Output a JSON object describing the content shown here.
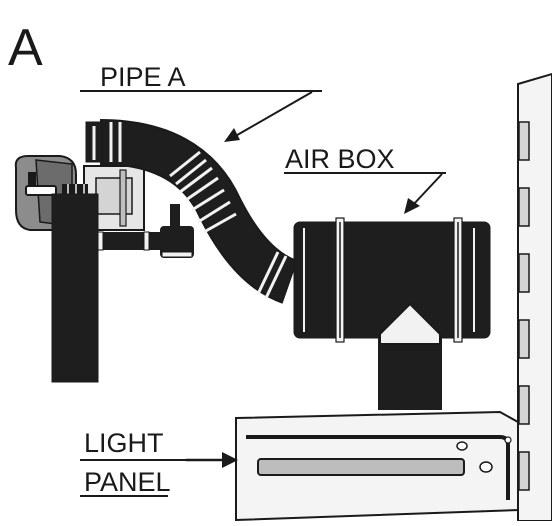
{
  "figure": {
    "letter": "A",
    "labels": {
      "pipe_a": "PIPE A",
      "air_box": "AIR BOX",
      "light_line1": "LIGHT",
      "light_line2": "PANEL"
    },
    "colors": {
      "ink": "#1a1a1a",
      "pipe": "#1e1e1e",
      "band": "#f2f2f2",
      "grey_light": "#d4d4d4",
      "grey_mid": "#8c8c8c",
      "panel_fill": "#f4f4f4",
      "slot_fill": "#bdbdbd"
    }
  }
}
